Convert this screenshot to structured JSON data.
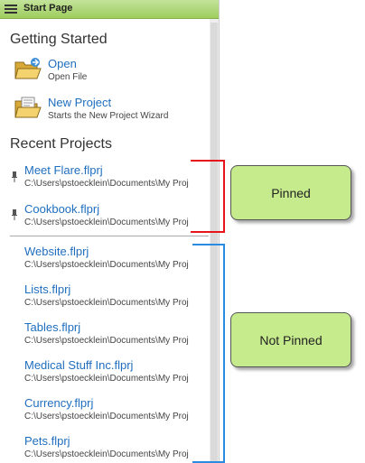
{
  "window": {
    "title": "Start Page"
  },
  "getting_started": {
    "heading": "Getting Started",
    "actions": [
      {
        "label": "Open",
        "desc": "Open File"
      },
      {
        "label": "New Project",
        "desc": "Starts the New Project Wizard"
      }
    ]
  },
  "recent": {
    "heading": "Recent Projects",
    "pinned": [
      {
        "name": "Meet Flare.flprj",
        "path": "C:\\Users\\pstoecklein\\Documents\\My Proj"
      },
      {
        "name": "Cookbook.flprj",
        "path": "C:\\Users\\pstoecklein\\Documents\\My Proj"
      }
    ],
    "unpinned": [
      {
        "name": "Website.flprj",
        "path": "C:\\Users\\pstoecklein\\Documents\\My Proj"
      },
      {
        "name": "Lists.flprj",
        "path": "C:\\Users\\pstoecklein\\Documents\\My Proj"
      },
      {
        "name": "Tables.flprj",
        "path": "C:\\Users\\pstoecklein\\Documents\\My Proj"
      },
      {
        "name": "Medical Stuff Inc.flprj",
        "path": "C:\\Users\\pstoecklein\\Documents\\My Proj"
      },
      {
        "name": "Currency.flprj",
        "path": "C:\\Users\\pstoecklein\\Documents\\My Proj"
      },
      {
        "name": "Pets.flprj",
        "path": "C:\\Users\\pstoecklein\\Documents\\My Proj"
      }
    ]
  },
  "annotations": {
    "pinned_label": "Pinned",
    "not_pinned_label": "Not Pinned",
    "pinned_color": "#e8141c",
    "not_pinned_color": "#2b8be0",
    "callout_fill": "#c6eb8c"
  },
  "icons": {
    "menu": "hamburger-menu-icon",
    "open": "open-folder-icon",
    "new_project": "new-project-folder-icon",
    "pin": "pin-icon"
  }
}
